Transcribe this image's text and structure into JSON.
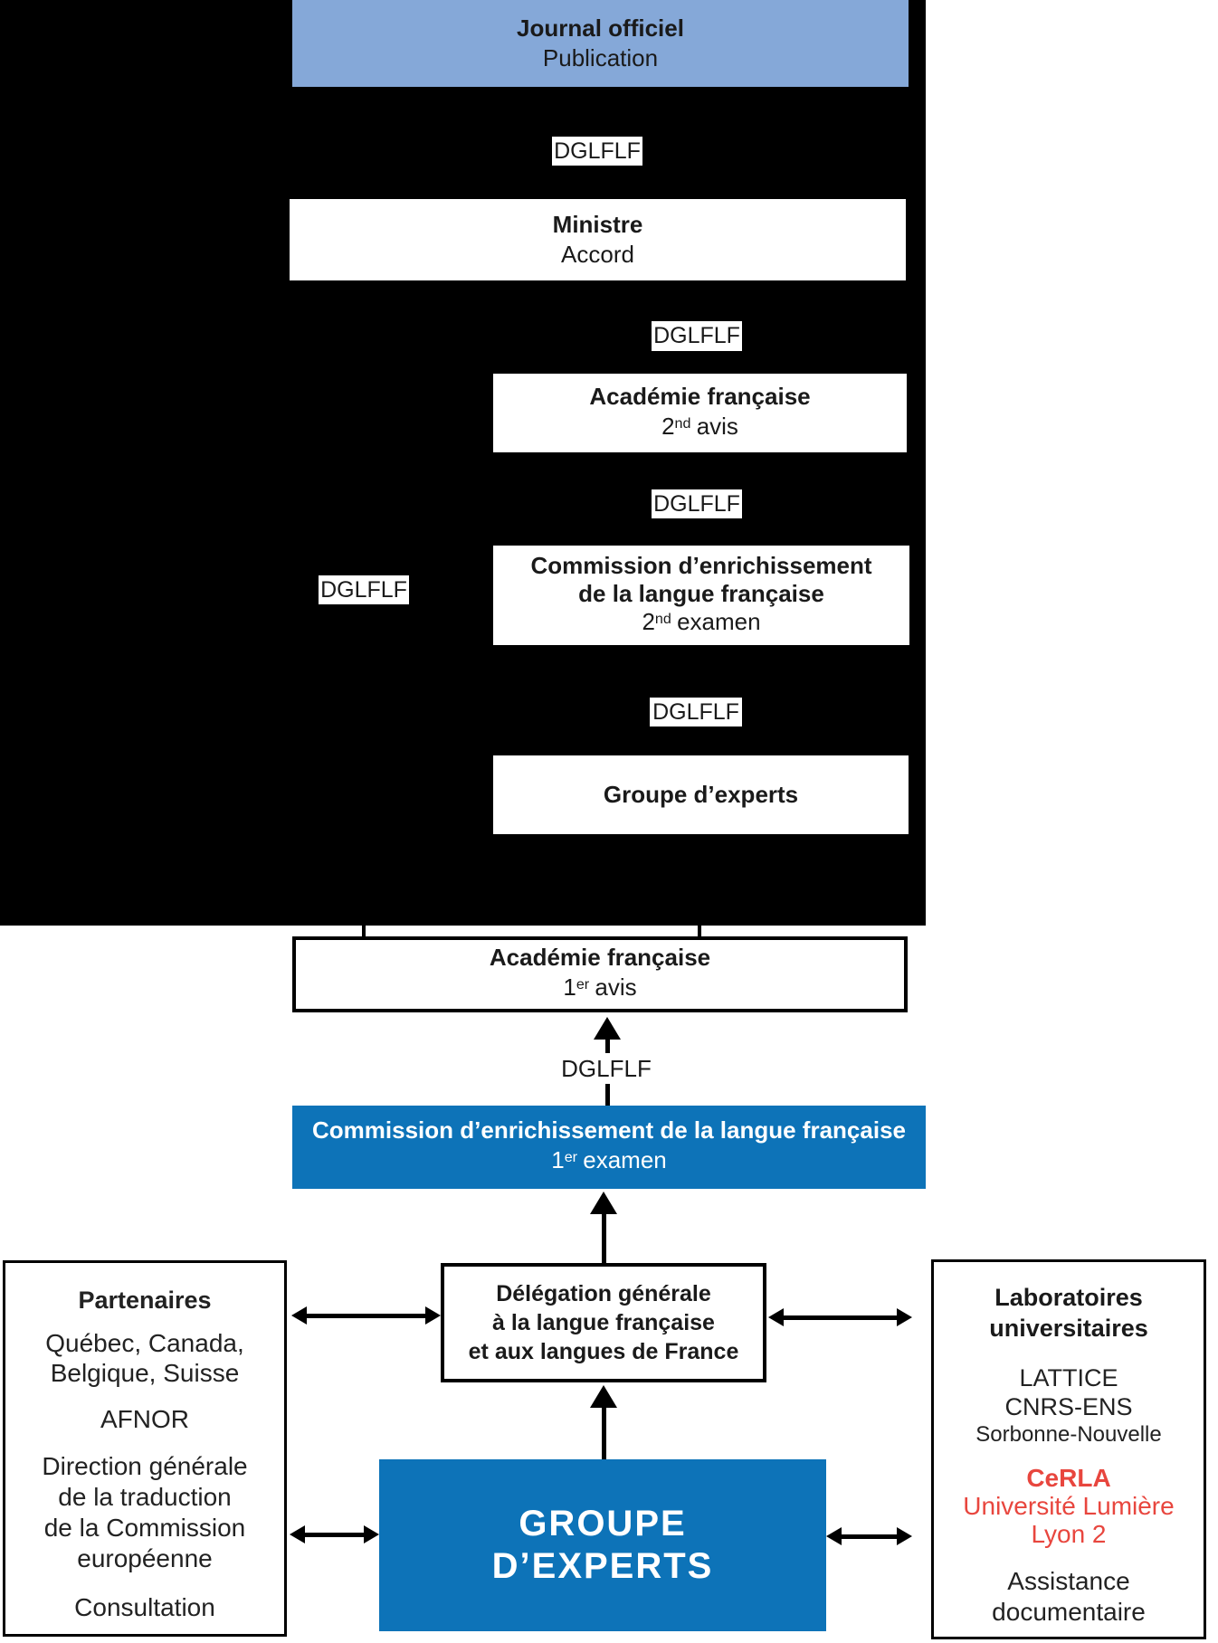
{
  "colors": {
    "light_blue": "#85a8d8",
    "dark_blue": "#0d73b8",
    "red": "#e8463e",
    "black": "#000000"
  },
  "chip_label": "DGLFLF",
  "flow_black": {
    "journal": {
      "title": "Journal officiel",
      "subtitle": "Publication"
    },
    "ministre": {
      "title": "Ministre",
      "subtitle": "Accord"
    },
    "academie2": {
      "title": "Académie française",
      "ord_num": "2",
      "ord_sup": "nd",
      "ord_word": "avis"
    },
    "commission2": {
      "line1": "Commission d’enrichissement",
      "line2": "de la langue française",
      "ord_num": "2",
      "ord_sup": "nd",
      "ord_word": "examen"
    },
    "groupe_experts": {
      "title": "Groupe d’experts"
    }
  },
  "flow_white": {
    "academie1": {
      "title": "Académie française",
      "ord_num": "1",
      "ord_sup": "er",
      "ord_word": "avis"
    },
    "dglflf_arrow_label": "DGLFLF",
    "commission1": {
      "title": "Commission d’enrichissement de la langue française",
      "ord_num": "1",
      "ord_sup": "er",
      "ord_word": "examen"
    },
    "delegation": {
      "line1": "Délégation générale",
      "line2": "à la langue française",
      "line3": "et aux langues de France"
    },
    "groupe_experts_main": {
      "line1": "GROUPE",
      "line2": "D’EXPERTS"
    }
  },
  "partenaires": {
    "title": "Partenaires",
    "lines1": [
      "Québec, Canada,",
      "Belgique, Suisse"
    ],
    "afnor": "AFNOR",
    "lines2": [
      "Direction générale",
      "de la traduction",
      "de la Commission",
      "européenne"
    ],
    "consultation": "Consultation"
  },
  "laboratoires": {
    "title1": "Laboratoires",
    "title2": "universitaires",
    "lattice": "LATTICE",
    "cnrs": "CNRS-ENS",
    "sorbonne": "Sorbonne-Nouvelle",
    "cerla": "CeRLA",
    "univ1": "Université Lumière",
    "univ2": "Lyon 2",
    "assist1": "Assistance",
    "assist2": "documentaire"
  }
}
